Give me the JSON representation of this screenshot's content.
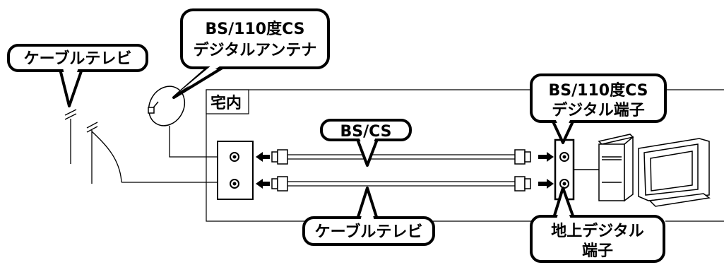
{
  "labels": {
    "cable_tv_top": "ケーブルテレビ",
    "bs_antenna_line1": "BS/110度CS",
    "bs_antenna_line2": "デジタルアンテナ",
    "room": "宅内",
    "bs_terminal_line1": "BS/110度CS",
    "bs_terminal_line2": "デジタル端子",
    "bs_cs_cable": "BS/CS",
    "cable_tv_cable": "ケーブルテレビ",
    "terrestrial_line1": "地上デジタル",
    "terrestrial_line2": "端子"
  },
  "colors": {
    "line": "#000000",
    "background": "#ffffff",
    "equipment_fill": "#ffffff"
  },
  "icons": {
    "antenna": "satellite-dish-icon",
    "pole": "utility-pole-icon",
    "wall_outlet": "wall-outlet-icon",
    "device": "computer-icon",
    "arrow": "black-arrow-icon"
  }
}
